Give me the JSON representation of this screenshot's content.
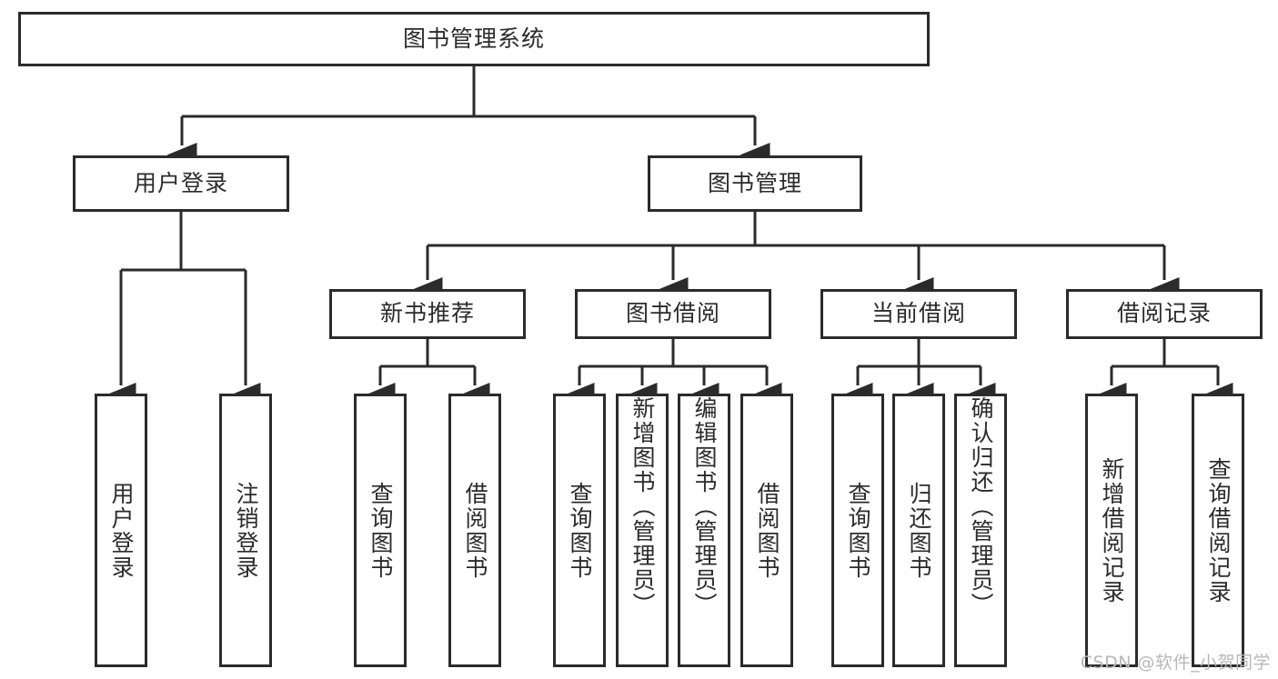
{
  "diagram": {
    "title": "图书管理系统",
    "type": "tree",
    "root": {
      "id": "root",
      "label": "图书管理系统"
    },
    "level2": [
      {
        "id": "user-login",
        "label": "用户登录"
      },
      {
        "id": "book-manage",
        "label": "图书管理"
      }
    ],
    "level3": [
      {
        "id": "new-book-recommend",
        "label": "新书推荐",
        "parent": "book-manage"
      },
      {
        "id": "book-borrow",
        "label": "图书借阅",
        "parent": "book-manage"
      },
      {
        "id": "current-borrow",
        "label": "当前借阅",
        "parent": "book-manage"
      },
      {
        "id": "borrow-record",
        "label": "借阅记录",
        "parent": "book-manage"
      }
    ],
    "leaves": [
      {
        "id": "leaf-user-login",
        "label": "用户登录",
        "parent": "user-login"
      },
      {
        "id": "leaf-user-logout",
        "label": "注销登录",
        "parent": "user-login"
      },
      {
        "id": "leaf-query-book-1",
        "label": "查询图书",
        "parent": "new-book-recommend"
      },
      {
        "id": "leaf-borrow-book-1",
        "label": "借阅图书",
        "parent": "new-book-recommend"
      },
      {
        "id": "leaf-query-book-2",
        "label": "查询图书",
        "parent": "book-borrow"
      },
      {
        "id": "leaf-add-book",
        "label": "新增图书（管理员）",
        "parent": "book-borrow"
      },
      {
        "id": "leaf-edit-book",
        "label": "编辑图书（管理员）",
        "parent": "book-borrow"
      },
      {
        "id": "leaf-borrow-book-2",
        "label": "借阅图书",
        "parent": "book-borrow"
      },
      {
        "id": "leaf-query-book-3",
        "label": "查询图书",
        "parent": "current-borrow"
      },
      {
        "id": "leaf-return-book",
        "label": "归还图书",
        "parent": "current-borrow"
      },
      {
        "id": "leaf-confirm-return",
        "label": "确认归还（管理员）",
        "parent": "current-borrow"
      },
      {
        "id": "leaf-add-record",
        "label": "新增借阅记录",
        "parent": "borrow-record"
      },
      {
        "id": "leaf-query-record",
        "label": "查询借阅记录",
        "parent": "borrow-record"
      }
    ]
  },
  "watermark": {
    "text": "CSDN @软件_小贺同学"
  },
  "colors": {
    "stroke": "#2b2b2b",
    "background": "#ffffff",
    "text": "#2b2b2b",
    "watermark": "#b8b8b8"
  }
}
